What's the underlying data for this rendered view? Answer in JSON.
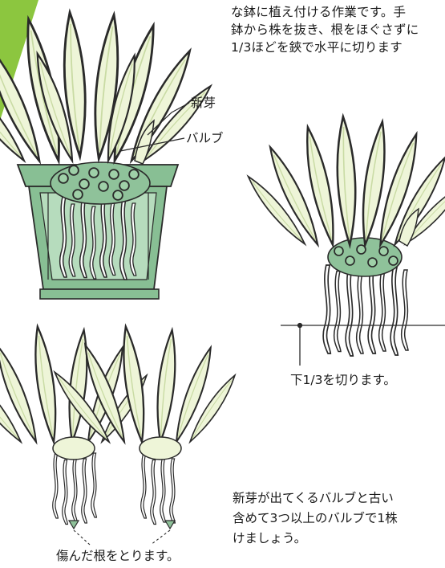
{
  "intro_text": {
    "line1": "な鉢に植え付ける作業です。手",
    "line2": "鉢から株を抜き、根をほぐさずに",
    "line3": "1/3ほどを鋏で水平に切ります"
  },
  "labels": {
    "new_shoot": "新芽",
    "bulb": "バルブ",
    "cut_bottom": "下1/3を切ります。",
    "remove_roots": "傷んだ根をとります。"
  },
  "bottom_text": {
    "line1": "新芽が出てくるバルブと古い",
    "line2": "含めて3つ以上のバルブで1株",
    "line3": "けましょう。"
  },
  "colors": {
    "accent_green": "#8cc63f",
    "pot_green": "#88bf94",
    "leaf_fill": "#eef5d8",
    "bulb_green": "#8fc29a",
    "root_fill": "#ffffff",
    "outline": "#2a2a2a"
  }
}
